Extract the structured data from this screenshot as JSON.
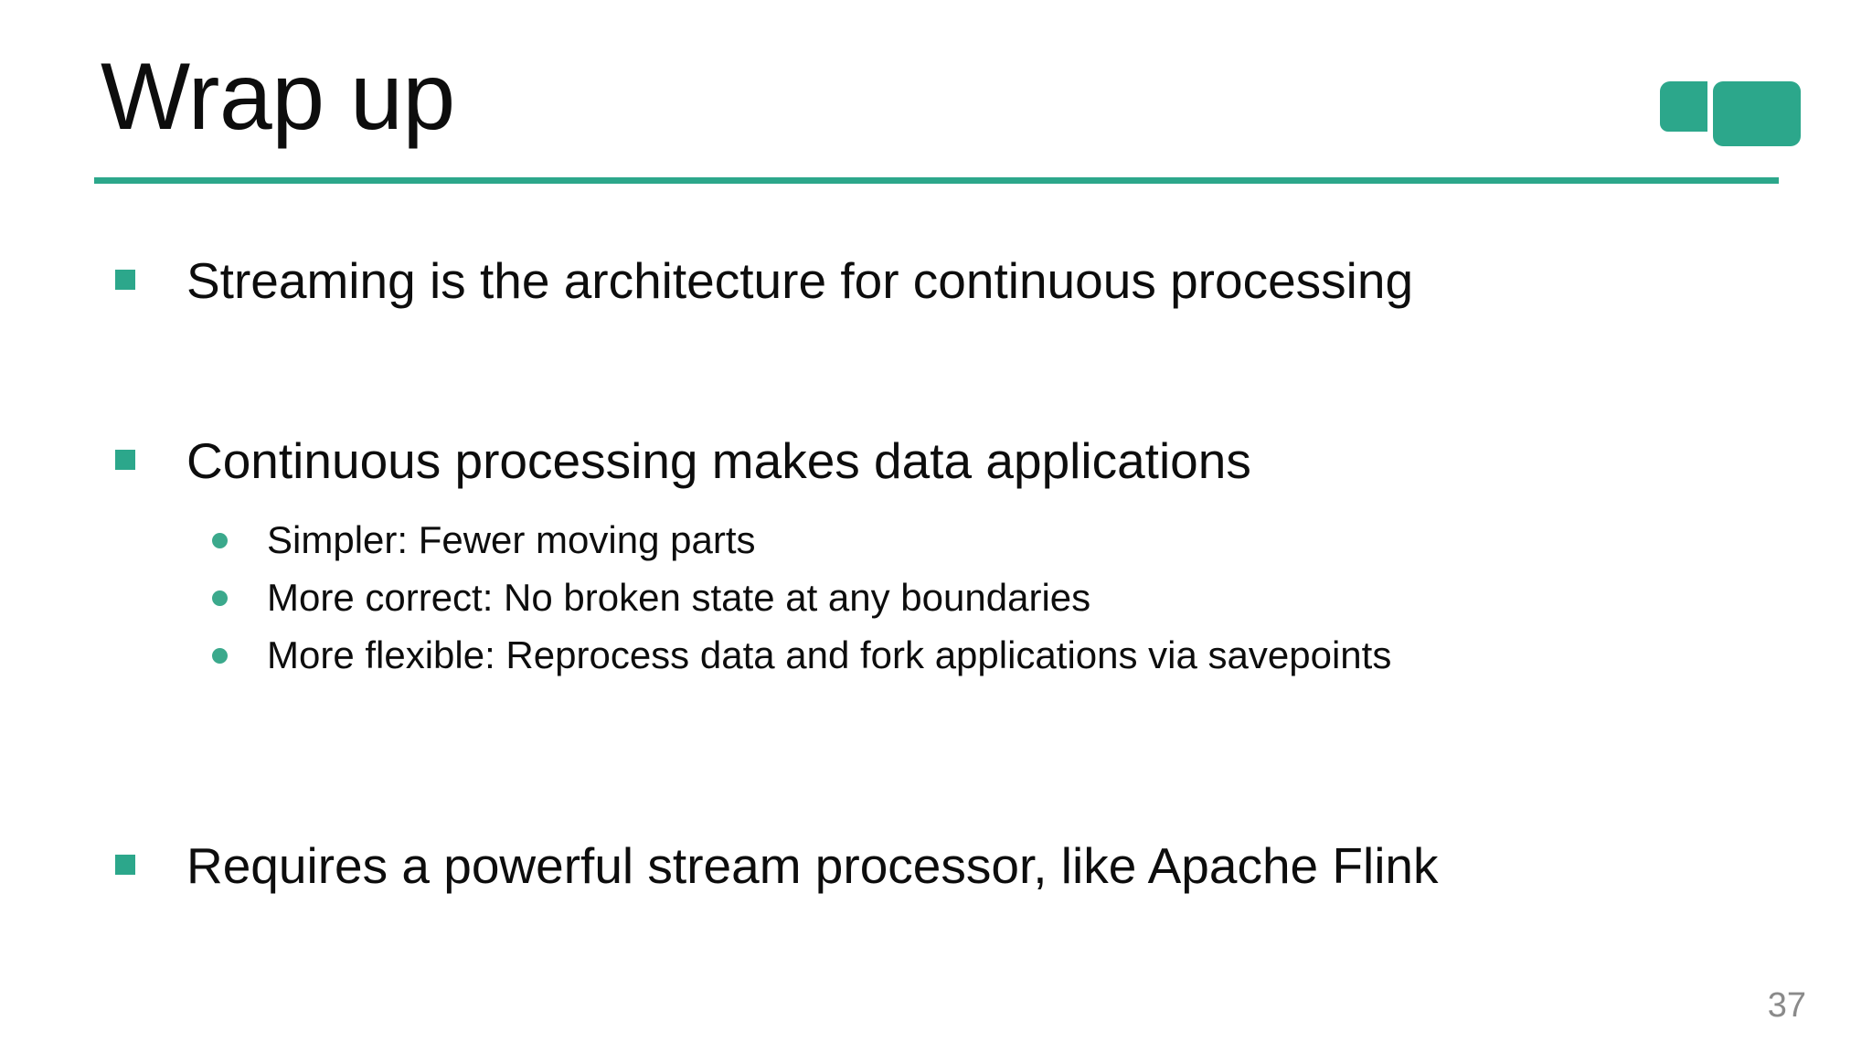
{
  "slide": {
    "title": "Wrap up",
    "page_number": "37",
    "accent_color": "#2CA78B",
    "background_color": "#FFFFFF",
    "title_color": "#0D0D0D",
    "page_number_color": "#8A8A8A"
  },
  "logo": {
    "name": "data-artisans-logo",
    "shape": "two-overlapping-rounded-rectangles",
    "color": "#2CA78B"
  },
  "bullets": [
    {
      "level": 1,
      "marker": "square-bullet",
      "text": "Streaming is the architecture for continuous processing"
    },
    {
      "level": 1,
      "marker": "square-bullet",
      "text": "Continuous processing makes data applications"
    },
    {
      "level": 2,
      "marker": "round-bullet",
      "text": "Simpler: Fewer moving parts"
    },
    {
      "level": 2,
      "marker": "round-bullet",
      "text": "More correct: No broken state at any boundaries"
    },
    {
      "level": 2,
      "marker": "round-bullet",
      "text": "More flexible: Reprocess data and fork applications via savepoints"
    },
    {
      "level": 1,
      "marker": "square-bullet",
      "text": "Requires a powerful stream processor, like Apache Flink"
    }
  ]
}
